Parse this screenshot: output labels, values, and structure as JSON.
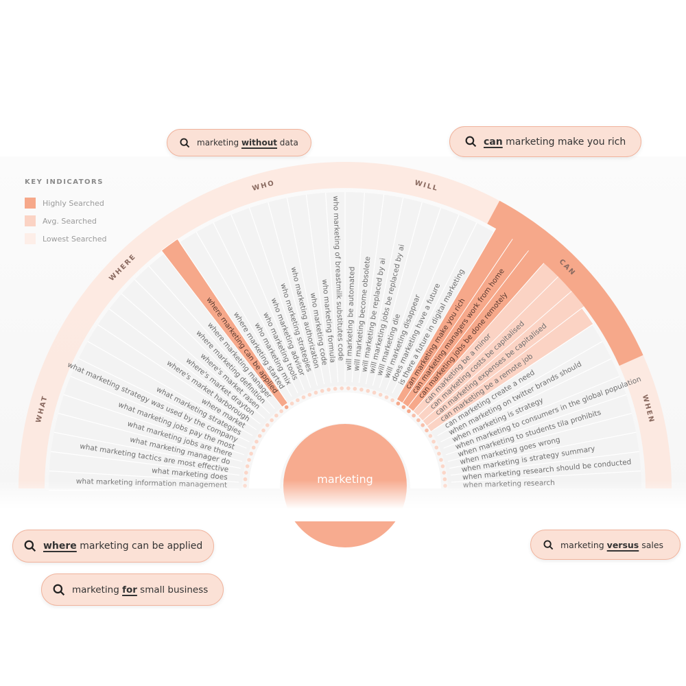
{
  "legend": {
    "title": "KEY INDICATORS",
    "items": [
      {
        "label": "Highly Searched",
        "color": "#f6a88a"
      },
      {
        "label": "Avg. Searched",
        "color": "#fbd3c4"
      },
      {
        "label": "Lowest Searched",
        "color": "#fdeee8"
      }
    ]
  },
  "center_label": "marketing",
  "colors": {
    "high": "#f6a88a",
    "avg": "#fbd3c4",
    "low": "#fdeee8",
    "ring": "#fde4da",
    "center": "#f7ab8f"
  },
  "groups": [
    {
      "name": "WHAT",
      "items": [
        {
          "text": "what marketing information management",
          "level": "low"
        },
        {
          "text": "what marketing does",
          "level": "low"
        },
        {
          "text": "what marketing tactics are most effective",
          "level": "low"
        },
        {
          "text": "what marketing manager do",
          "level": "low"
        },
        {
          "text": "what marketing jobs are there",
          "level": "low"
        },
        {
          "text": "what marketing jobs pay the most",
          "level": "low"
        },
        {
          "text": "what marketing strategy was used by the company",
          "level": "low"
        },
        {
          "text": "what marketing strategies",
          "level": "low"
        }
      ]
    },
    {
      "name": "WHERE",
      "items": [
        {
          "text": "where market",
          "level": "low"
        },
        {
          "text": "where's market harborough",
          "level": "low"
        },
        {
          "text": "where's market drayton",
          "level": "low"
        },
        {
          "text": "where's market rasen",
          "level": "low"
        },
        {
          "text": "where marketing definition",
          "level": "low"
        },
        {
          "text": "where marketing manager",
          "level": "low"
        },
        {
          "text": "where marketing can be applied",
          "level": "high"
        },
        {
          "text": "where marketing started",
          "level": "low"
        }
      ]
    },
    {
      "name": "WHO",
      "items": [
        {
          "text": "who marketing mix",
          "level": "low"
        },
        {
          "text": "who marketing tools",
          "level": "low"
        },
        {
          "text": "who marketing advisor",
          "level": "low"
        },
        {
          "text": "who marketing strategies",
          "level": "low"
        },
        {
          "text": "who marketing authorization",
          "level": "low"
        },
        {
          "text": "who marketing code",
          "level": "low"
        },
        {
          "text": "who marketing formula",
          "level": "low"
        },
        {
          "text": "who marketing of breastmilk substitutes code",
          "level": "low"
        }
      ]
    },
    {
      "name": "WILL",
      "items": [
        {
          "text": "will marketing be automated",
          "level": "low"
        },
        {
          "text": "will marketing become obsolete",
          "level": "low"
        },
        {
          "text": "will marketing be replaced by ai",
          "level": "low"
        },
        {
          "text": "will marketing jobs be replaced by ai",
          "level": "low"
        },
        {
          "text": "will marketing die",
          "level": "low"
        },
        {
          "text": "will marketing disappear",
          "level": "low"
        },
        {
          "text": "does marketing have a future",
          "level": "low"
        },
        {
          "text": "is there a future in digital marketing",
          "level": "low"
        }
      ]
    },
    {
      "name": "CAN",
      "items": [
        {
          "text": "can marketing make you rich",
          "level": "high"
        },
        {
          "text": "can marketing managers work from home",
          "level": "high"
        },
        {
          "text": "can marketing jobs be done remotely",
          "level": "high"
        },
        {
          "text": "can marketing be a minor",
          "level": "avg"
        },
        {
          "text": "can marketing costs be capitalised",
          "level": "avg"
        },
        {
          "text": "can marketing expenses be capitalised",
          "level": "avg"
        },
        {
          "text": "can marketing be a remote job",
          "level": "avg"
        },
        {
          "text": "can marketing create a need",
          "level": "low"
        }
      ]
    },
    {
      "name": "WHEN",
      "items": [
        {
          "text": "when marketing on twitter brands should",
          "level": "low"
        },
        {
          "text": "when marketing is strategy",
          "level": "low"
        },
        {
          "text": "when marketing to consumers in the global population",
          "level": "low"
        },
        {
          "text": "when marketing to students tila prohibits",
          "level": "low"
        },
        {
          "text": "when marketing goes wrong",
          "level": "low"
        },
        {
          "text": "when marketing is strategy summary",
          "level": "low"
        },
        {
          "text": "when marketing research should be conducted",
          "level": "low"
        },
        {
          "text": "when marketing research",
          "level": "low"
        }
      ]
    }
  ],
  "callouts": [
    {
      "id": "without",
      "before": "marketing ",
      "keyword": "without",
      "after": " data"
    },
    {
      "id": "can",
      "before": "",
      "keyword": "can",
      "after": " marketing make you rich"
    },
    {
      "id": "where",
      "before": "",
      "keyword": "where",
      "after": " marketing can be applied"
    },
    {
      "id": "versus",
      "before": "marketing ",
      "keyword": "versus",
      "after": " sales"
    },
    {
      "id": "for",
      "before": "marketing ",
      "keyword": "for",
      "after": " small business"
    }
  ]
}
